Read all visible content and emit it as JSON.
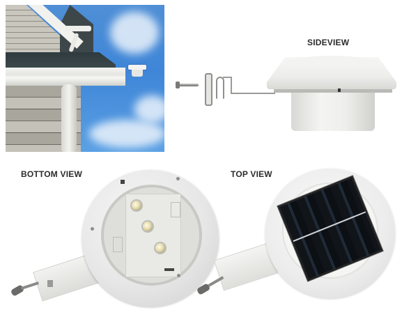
{
  "image": {
    "description": "Product composite of a white solar gutter light shown installed on a house and from three angles",
    "panels": [
      {
        "id": "installed",
        "caption": "",
        "scene": "house-eave-with-gutter-light-against-blue-sky"
      },
      {
        "id": "side",
        "caption": "SIDEVIEW"
      },
      {
        "id": "bottom",
        "caption": "BOTTOM VIEW"
      },
      {
        "id": "top",
        "caption": "TOP VIEW"
      }
    ]
  },
  "labels": {
    "side_view": "SIDEVIEW",
    "bottom_view": "BOTTOM VIEW",
    "top_view": "TOP VIEW"
  },
  "product": {
    "led_count": 3,
    "solar_panel_segments": 8,
    "body_color": "#eeeeec",
    "panel_color": "#111418"
  },
  "colors": {
    "sky": "#3f86d8",
    "roof": "#2e3a3e",
    "siding": "#c9c6bd",
    "label_text": "#2b2b2b"
  }
}
